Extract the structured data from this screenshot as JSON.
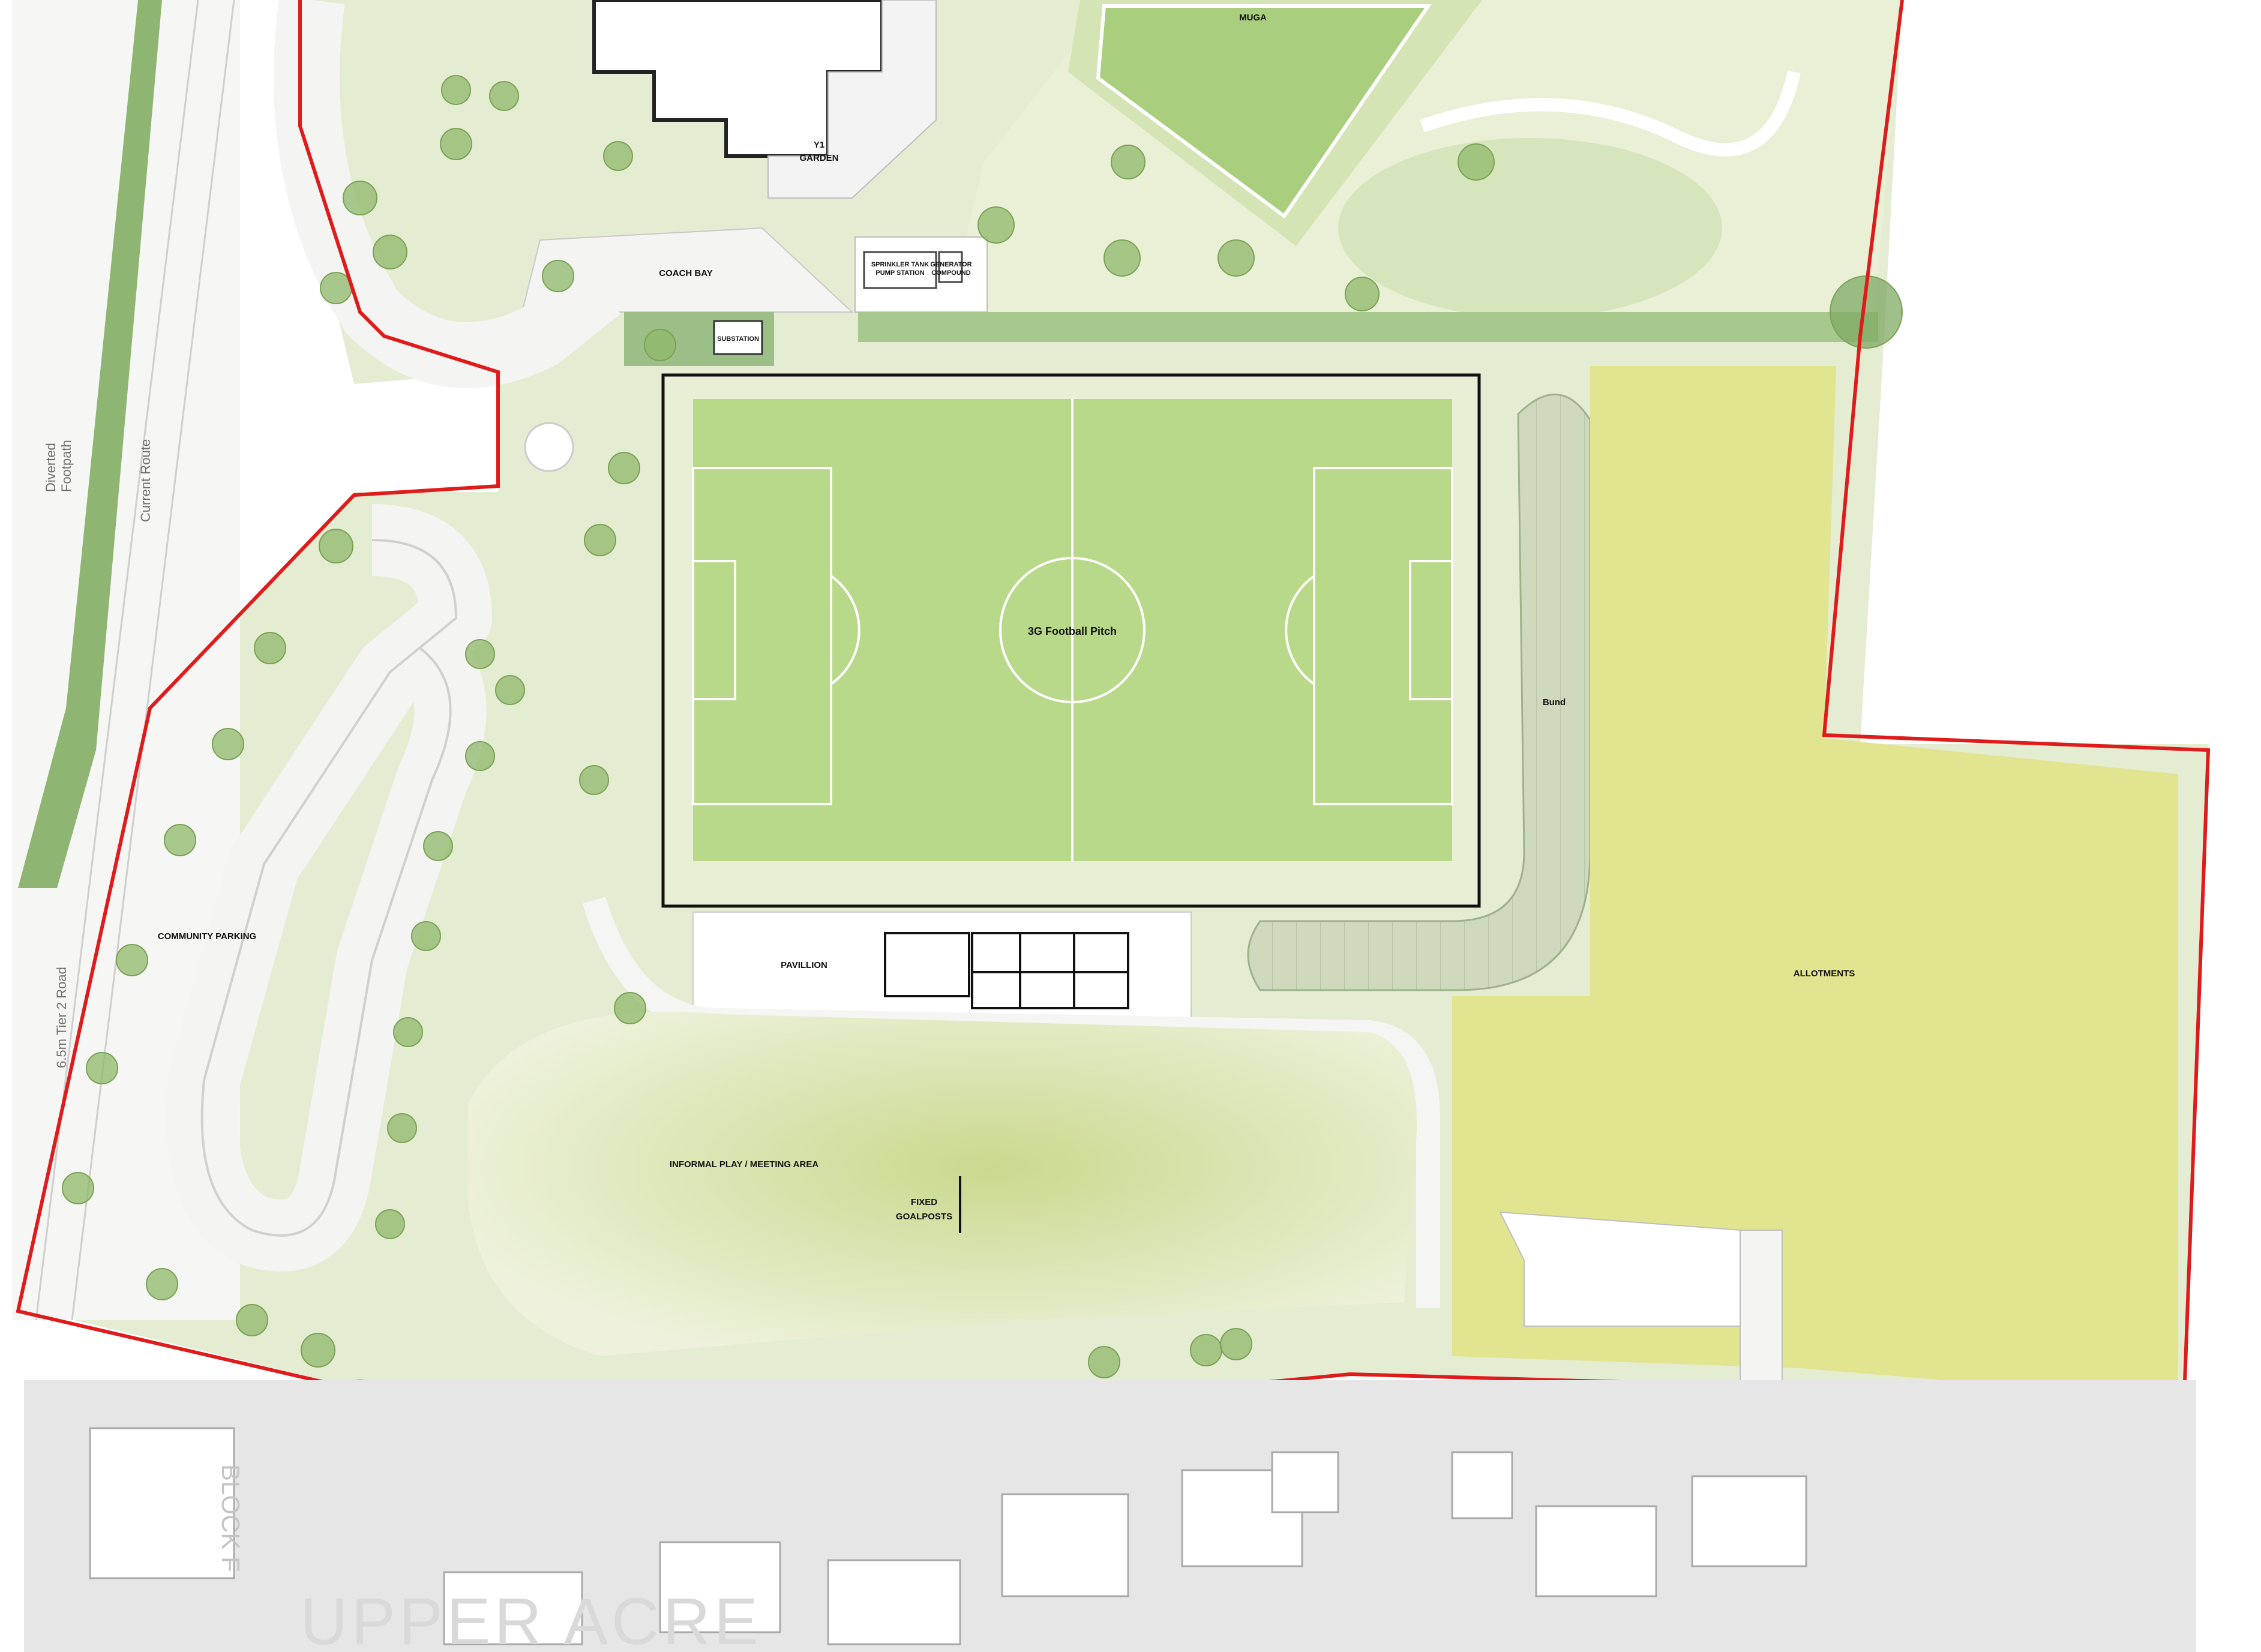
{
  "labels": {
    "muga": "MUGA",
    "y1_garden_1": "Y1",
    "y1_garden_2": "GARDEN",
    "coach_bay": "COACH BAY",
    "sprinkler_1": "SPRINKLER TANK",
    "sprinkler_2": "PUMP STATION",
    "generator_1": "GENERATOR",
    "generator_2": "COMPOUND",
    "substation": "SUBSTATION",
    "football_pitch": "3G Football Pitch",
    "bund": "Bund",
    "pavillion": "PAVILLION",
    "allotments": "ALLOTMENTS",
    "community_parking": "COMMUNITY PARKING",
    "informal_play": "INFORMAL PLAY / MEETING AREA",
    "fixed_goalposts_1": "FIXED",
    "fixed_goalposts_2": "GOALPOSTS",
    "diverted_footpath_1": "Diverted",
    "diverted_footpath_2": "Footpath",
    "current_route": "Current Route",
    "road": "6.5m Tier 2 Road",
    "block": "BLOCK F",
    "upper_acre": "UPPER ACRE"
  },
  "colors": {
    "site_boundary": "#e01b1b",
    "pitch": "#b9d98a",
    "pitch_surround": "#e6eed0",
    "allotments": "#e1e58f",
    "landscape": "#dfe8c8",
    "path": "#f4f4f0",
    "tree": "#8fb86a",
    "hedge": "#9bbf86"
  }
}
